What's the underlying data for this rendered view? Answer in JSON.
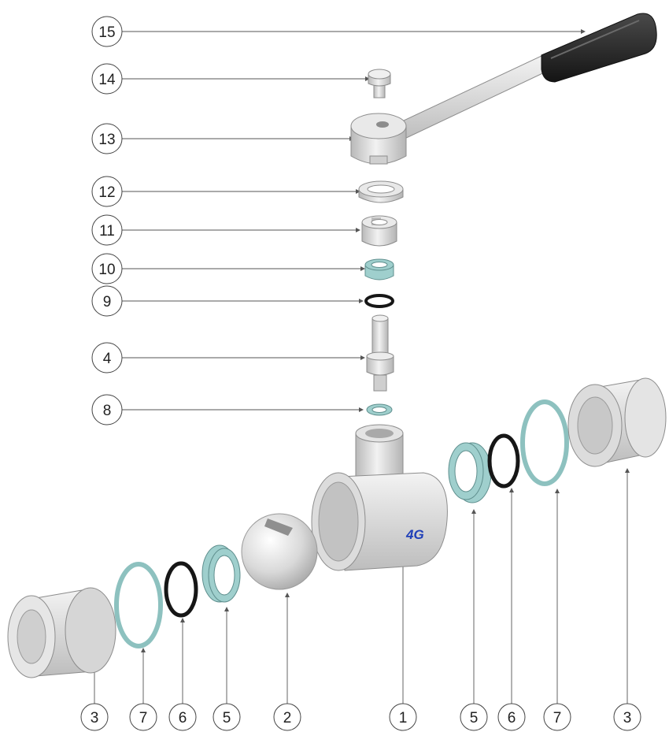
{
  "diagram": {
    "brand_logo": "4G",
    "callouts": {
      "c15": "15",
      "c14": "14",
      "c13": "13",
      "c12": "12",
      "c11": "11",
      "c10": "10",
      "c9": "9",
      "c4": "4",
      "c8": "8",
      "b3a": "3",
      "b7a": "7",
      "b6a": "6",
      "b5a": "5",
      "b2": "2",
      "b1": "1",
      "b5b": "5",
      "b6b": "6",
      "b7b": "7",
      "b3b": "3"
    },
    "colors": {
      "steel": "#d6d6d6",
      "seat": "#9fcfcd",
      "grip": "#2a2a2a",
      "logo": "#1f3fb8"
    }
  }
}
